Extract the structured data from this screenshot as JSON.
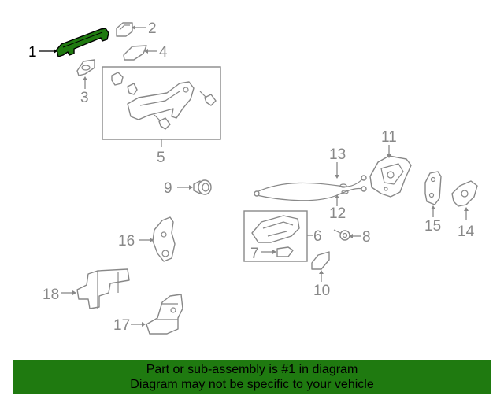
{
  "callouts": {
    "c1": "1",
    "c2": "2",
    "c3": "3",
    "c4": "4",
    "c5": "5",
    "c6": "6",
    "c7": "7",
    "c8": "8",
    "c9": "9",
    "c10": "10",
    "c11": "11",
    "c12": "12",
    "c13": "13",
    "c14": "14",
    "c15": "15",
    "c16": "16",
    "c17": "17",
    "c18": "18"
  },
  "highlight_color": "#1f7a10",
  "banner": {
    "line1": "Part or sub-assembly is #1 in diagram",
    "line2": "Diagram may not be specific to your vehicle"
  }
}
